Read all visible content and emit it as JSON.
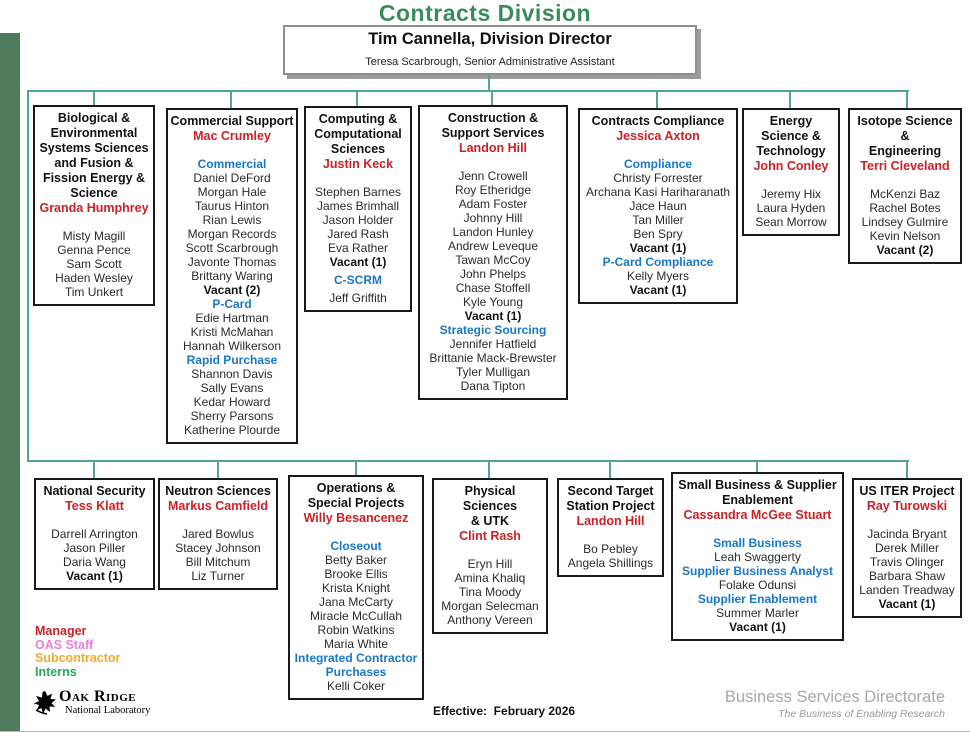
{
  "page": {
    "title": "Contracts Division",
    "effective": "Effective:  February 2026",
    "directorate": "Business Services Directorate",
    "tagline": "The Business of Enabling Research"
  },
  "header": {
    "director": "Tim Cannella, Division Director",
    "assistant": "Teresa Scarbrough, Senior Administrative Assistant"
  },
  "colors": {
    "title_green": "#3a8d58",
    "manager_red": "#cc2127",
    "section_blue": "#1878c8",
    "connector_teal": "#52a399",
    "sidebar_green": "#4e7c5c"
  },
  "legend": [
    {
      "id": "manager",
      "label": "Manager",
      "color": "#cc2127"
    },
    {
      "id": "oas-staff",
      "label": "OAS Staff",
      "color": "#e881dd"
    },
    {
      "id": "subcontractor",
      "label": "Subcontractor",
      "color": "#f0ad2d"
    },
    {
      "id": "interns",
      "label": "Interns",
      "color": "#2ca55e"
    }
  ],
  "logo": {
    "org": "Oak Ridge",
    "sub": "National Laboratory"
  },
  "departments": [
    {
      "id": "bio",
      "title": "Biological &\nEnvironmental\nSystems Sciences\nand Fusion &\nFission Energy &\nScience",
      "manager": "Granda Humphrey",
      "entries": [
        {
          "s": "member",
          "t": "Misty Magill"
        },
        {
          "s": "member",
          "t": "Genna Pence"
        },
        {
          "s": "member",
          "t": "Sam Scott"
        },
        {
          "s": "member",
          "t": "Haden Wesley"
        },
        {
          "s": "member",
          "t": "Tim Unkert"
        }
      ]
    },
    {
      "id": "commercial",
      "title": "Commercial Support",
      "manager": "Mac Crumley",
      "entries": [
        {
          "s": "section",
          "t": "Commercial"
        },
        {
          "s": "member",
          "t": "Daniel DeFord"
        },
        {
          "s": "member",
          "t": "Morgan Hale"
        },
        {
          "s": "member",
          "t": "Taurus Hinton"
        },
        {
          "s": "member",
          "t": "Rian Lewis"
        },
        {
          "s": "member",
          "t": "Morgan Records"
        },
        {
          "s": "member",
          "t": "Scott Scarbrough"
        },
        {
          "s": "member",
          "t": "Javonte Thomas"
        },
        {
          "s": "member",
          "t": "Brittany Waring"
        },
        {
          "s": "vacant",
          "t": "Vacant (2)"
        },
        {
          "s": "section",
          "t": "P-Card"
        },
        {
          "s": "member",
          "t": "Edie Hartman"
        },
        {
          "s": "member",
          "t": "Kristi McMahan"
        },
        {
          "s": "member",
          "t": "Hannah Wilkerson"
        },
        {
          "s": "section",
          "t": "Rapid Purchase"
        },
        {
          "s": "member",
          "t": "Shannon Davis"
        },
        {
          "s": "member",
          "t": "Sally Evans"
        },
        {
          "s": "member",
          "t": "Kedar Howard"
        },
        {
          "s": "member",
          "t": "Sherry Parsons"
        },
        {
          "s": "member",
          "t": "Katherine Plourde"
        }
      ]
    },
    {
      "id": "computing",
      "title": "Computing &\nComputational\nSciences",
      "manager": "Justin Keck",
      "entries": [
        {
          "s": "member",
          "t": "Stephen Barnes"
        },
        {
          "s": "member",
          "t": "James Brimhall"
        },
        {
          "s": "member",
          "t": "Jason Holder"
        },
        {
          "s": "member",
          "t": "Jared Rash"
        },
        {
          "s": "member",
          "t": "Eva Rather"
        },
        {
          "s": "vacant",
          "t": "Vacant (1)"
        },
        {
          "s": "gap",
          "t": ""
        },
        {
          "s": "section",
          "t": "C-SCRM"
        },
        {
          "s": "gap",
          "t": ""
        },
        {
          "s": "member",
          "t": "Jeff Griffith"
        }
      ]
    },
    {
      "id": "construction",
      "title": "Construction &\nSupport Services",
      "manager": "Landon Hill",
      "entries": [
        {
          "s": "member",
          "t": "Jenn Crowell"
        },
        {
          "s": "member",
          "t": "Roy Etheridge"
        },
        {
          "s": "member",
          "t": "Adam Foster"
        },
        {
          "s": "member",
          "t": "Johnny Hill"
        },
        {
          "s": "member",
          "t": "Landon Hunley"
        },
        {
          "s": "member",
          "t": "Andrew Leveque"
        },
        {
          "s": "member",
          "t": "Tawan McCoy"
        },
        {
          "s": "member",
          "t": "John Phelps"
        },
        {
          "s": "member",
          "t": "Chase Stoffell"
        },
        {
          "s": "member",
          "t": "Kyle Young"
        },
        {
          "s": "vacant",
          "t": "Vacant (1)"
        },
        {
          "s": "section",
          "t": "Strategic Sourcing"
        },
        {
          "s": "member",
          "t": "Jennifer Hatfield"
        },
        {
          "s": "member",
          "t": "Brittanie Mack-Brewster"
        },
        {
          "s": "member",
          "t": "Tyler Mulligan"
        },
        {
          "s": "member",
          "t": "Dana Tipton"
        }
      ]
    },
    {
      "id": "compliance",
      "title": "Contracts Compliance",
      "manager": "Jessica Axton",
      "entries": [
        {
          "s": "section",
          "t": "Compliance"
        },
        {
          "s": "member",
          "t": "Christy Forrester"
        },
        {
          "s": "member",
          "t": "Archana Kasi Hariharanath"
        },
        {
          "s": "member",
          "t": "Jace Haun"
        },
        {
          "s": "member",
          "t": "Tan Miller"
        },
        {
          "s": "member",
          "t": "Ben Spry"
        },
        {
          "s": "vacant",
          "t": "Vacant (1)"
        },
        {
          "s": "section",
          "t": "P-Card Compliance"
        },
        {
          "s": "member",
          "t": "Kelly Myers"
        },
        {
          "s": "vacant",
          "t": "Vacant (1)"
        }
      ]
    },
    {
      "id": "energy",
      "title": "Energy\nScience &\nTechnology",
      "manager": "John Conley",
      "entries": [
        {
          "s": "member",
          "t": "Jeremy Hix"
        },
        {
          "s": "member",
          "t": "Laura Hyden"
        },
        {
          "s": "member",
          "t": "Sean Morrow"
        }
      ]
    },
    {
      "id": "isotope",
      "title": "Isotope Science &\nEngineering",
      "manager": "Terri Cleveland",
      "entries": [
        {
          "s": "member",
          "t": "McKenzi Baz"
        },
        {
          "s": "member",
          "t": "Rachel Botes"
        },
        {
          "s": "member",
          "t": "Lindsey Gulmire"
        },
        {
          "s": "member",
          "t": "Kevin Nelson"
        },
        {
          "s": "vacant",
          "t": "Vacant (2)"
        }
      ]
    },
    {
      "id": "national",
      "title": "National Security",
      "manager": "Tess Klatt",
      "entries": [
        {
          "s": "member",
          "t": "Darrell Arrington"
        },
        {
          "s": "member",
          "t": "Jason Piller"
        },
        {
          "s": "member",
          "t": "Daria Wang"
        },
        {
          "s": "vacant",
          "t": "Vacant (1)"
        }
      ]
    },
    {
      "id": "neutron",
      "title": "Neutron Sciences",
      "manager": "Markus Camfield",
      "entries": [
        {
          "s": "member",
          "t": "Jared Bowlus"
        },
        {
          "s": "member",
          "t": "Stacey Johnson"
        },
        {
          "s": "member",
          "t": "Bill Mitchum"
        },
        {
          "s": "member",
          "t": "Liz Turner"
        }
      ]
    },
    {
      "id": "operations",
      "title": "Operations &\nSpecial Projects",
      "manager": "Willy Besancenez",
      "entries": [
        {
          "s": "section",
          "t": "Closeout"
        },
        {
          "s": "member",
          "t": "Betty Baker"
        },
        {
          "s": "member",
          "t": "Brooke Ellis"
        },
        {
          "s": "member",
          "t": "Krista Knight"
        },
        {
          "s": "member",
          "t": "Jana McCarty"
        },
        {
          "s": "member",
          "t": "Miracle McCullah"
        },
        {
          "s": "member",
          "t": "Robin Watkins"
        },
        {
          "s": "member",
          "t": "Maria White"
        },
        {
          "s": "section",
          "t": "Integrated Contractor\nPurchases"
        },
        {
          "s": "member",
          "t": "Kelli Coker"
        }
      ]
    },
    {
      "id": "physical",
      "title": "Physical Sciences\n& UTK",
      "manager": "Clint Rash",
      "entries": [
        {
          "s": "member",
          "t": "Eryn Hill"
        },
        {
          "s": "member",
          "t": "Amina Khaliq"
        },
        {
          "s": "member",
          "t": "Tina Moody"
        },
        {
          "s": "member",
          "t": "Morgan Selecman"
        },
        {
          "s": "member",
          "t": "Anthony Vereen"
        }
      ]
    },
    {
      "id": "sts",
      "title": "Second Target\nStation Project",
      "manager": "Landon Hill",
      "entries": [
        {
          "s": "member",
          "t": "Bo Pebley"
        },
        {
          "s": "member",
          "t": "Angela Shillings"
        }
      ]
    },
    {
      "id": "smallbiz",
      "title": "Small Business & Supplier\nEnablement",
      "manager": "Cassandra McGee Stuart",
      "entries": [
        {
          "s": "section",
          "t": "Small Business"
        },
        {
          "s": "member",
          "t": "Leah Swaggerty"
        },
        {
          "s": "section",
          "t": "Supplier Business Analyst"
        },
        {
          "s": "member",
          "t": "Folake Odunsi"
        },
        {
          "s": "section",
          "t": "Supplier Enablement"
        },
        {
          "s": "member",
          "t": "Summer Marler"
        },
        {
          "s": "vacant",
          "t": "Vacant (1)"
        }
      ]
    },
    {
      "id": "usiter",
      "title": "US ITER Project",
      "manager": "Ray Turowski",
      "entries": [
        {
          "s": "member",
          "t": "Jacinda Bryant"
        },
        {
          "s": "member",
          "t": "Derek Miller"
        },
        {
          "s": "member",
          "t": "Travis Olinger"
        },
        {
          "s": "member",
          "t": "Barbara Shaw"
        },
        {
          "s": "member",
          "t": "Landen Treadway"
        },
        {
          "s": "vacant",
          "t": "Vacant (1)"
        }
      ]
    }
  ]
}
